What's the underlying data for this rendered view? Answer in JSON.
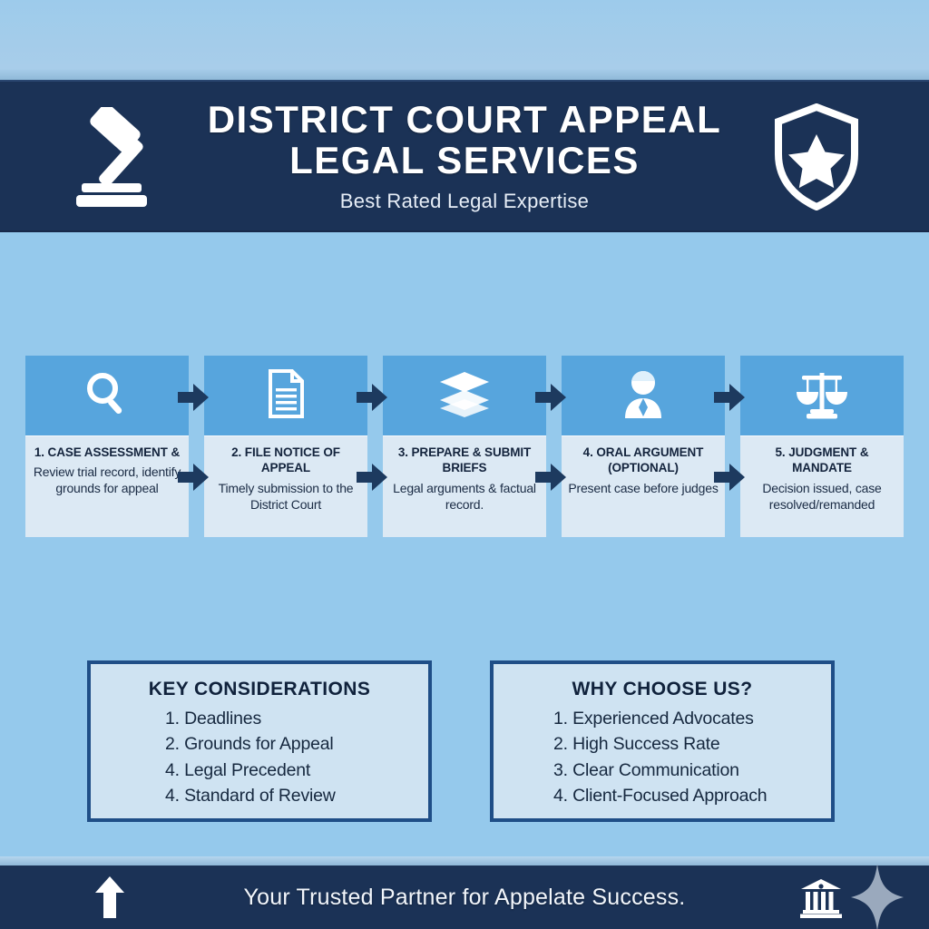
{
  "theme": {
    "background": "#95c9ec",
    "navy": "#1b3256",
    "step_icon_band": "#57a5dd",
    "step_body": "#dce9f4",
    "arrow": "#1d3a5f",
    "panel_fill": "#cfe3f2",
    "panel_border": "#1f4e87",
    "text_light": "#ffffff",
    "text_dark": "#14243d"
  },
  "header": {
    "title_line1": "DISTRICT COURT APPEAL",
    "title_line2": "LEGAL SERVICES",
    "subtitle": "Best Rated Legal Expertise",
    "left_icon": "gavel-icon",
    "right_icon": "shield-star-icon"
  },
  "process": {
    "steps": [
      {
        "icon": "magnifier-icon",
        "title": "1. CASE ASSESSMENT &",
        "desc": "Review trial record, identify grounds for appeal"
      },
      {
        "icon": "document-icon",
        "title": "2. FILE NOTICE OF APPEAL",
        "desc": "Timely submission to the District Court"
      },
      {
        "icon": "stacked-papers-icon",
        "title": "3. PREPARE & SUBMIT BRIEFS",
        "desc": "Legal arguments & factual record."
      },
      {
        "icon": "person-speaker-icon",
        "title": "4. ORAL ARGUMENT (OPTIONAL)",
        "desc": "Present case before judges"
      },
      {
        "icon": "scales-of-justice-icon",
        "title": "5. JUDGMENT & MANDATE",
        "desc": "Decision issued, case resolved/remanded"
      }
    ],
    "connector_icon": "right-arrow-icon"
  },
  "panels": [
    {
      "title": "KEY CONSIDERATIONS",
      "items": [
        "1. Deadlines",
        "2. Grounds for Appeal",
        "4. Legal Precedent",
        "4. Standard of Review"
      ]
    },
    {
      "title": "WHY CHOOSE US?",
      "items": [
        "1. Experienced Advocates",
        "2. High Success Rate",
        "3. Clear Communication",
        "4. Client-Focused Approach"
      ]
    }
  ],
  "footer": {
    "text": "Your Trusted Partner for Appelate Success.",
    "left_icon": "up-arrow-icon",
    "right_icon": "courthouse-icon",
    "accent_icon": "sparkle-icon"
  }
}
